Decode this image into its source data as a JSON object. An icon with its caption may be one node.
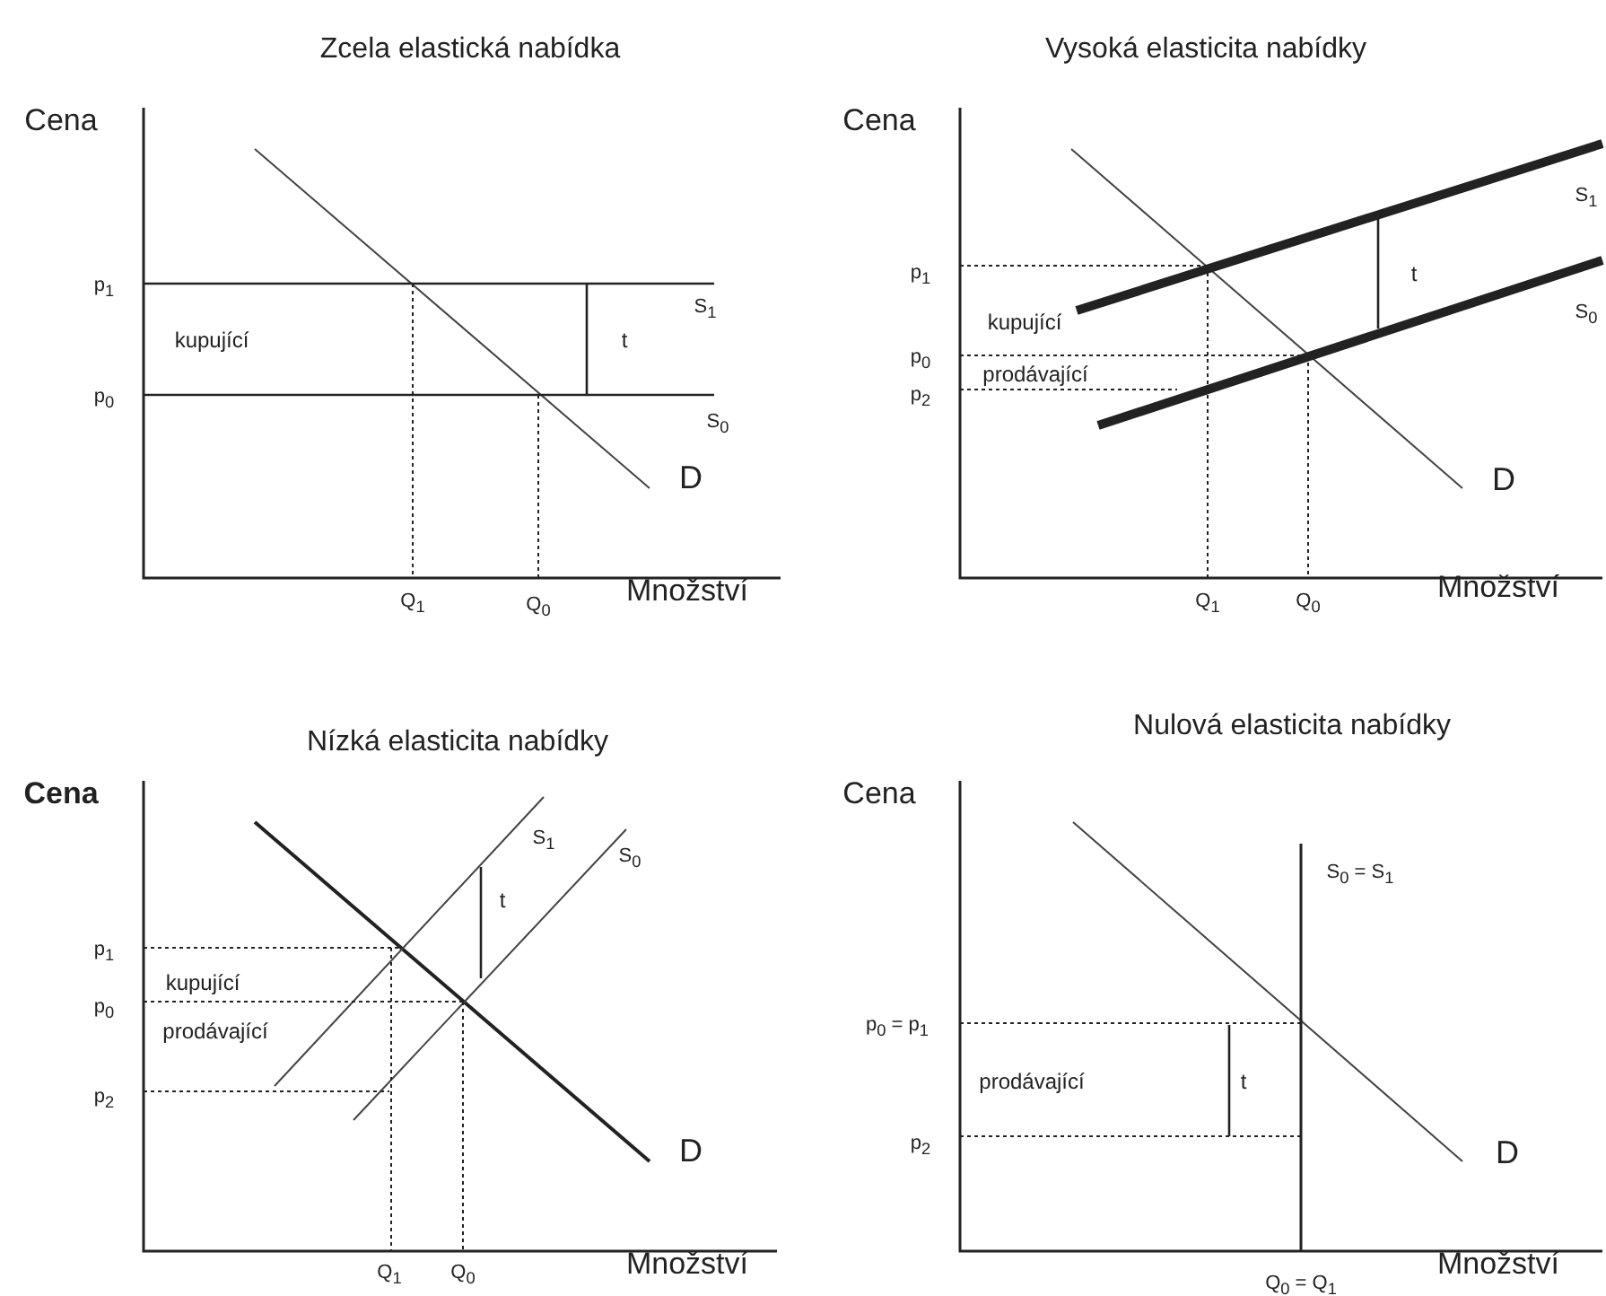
{
  "diagram": {
    "labels": [
      "Zcela elastická nabídka",
      "Cena",
      "p$_{1}$",
      "S$_{1}$",
      "kupující",
      "t",
      "p$_{0}$",
      "S$_{0}$",
      "D",
      "Q$_{1}$",
      "Q$_{0}$",
      "Množství",
      "Vysoká elasticita nabídky",
      "Cena",
      "S$_{1}$",
      "p$_{1}$",
      "t",
      "kupující",
      "S$_{0}$",
      "p$_{0}$",
      "prodávající",
      "p$_{2}$",
      "D",
      "Q$_{1}$",
      "Q$_{0}$",
      "Množství",
      "Nízká elasticita nabídky",
      "Cena",
      "S$_{1}$",
      "S$_{0}$",
      "t",
      "p$_{1}$",
      "kupující",
      "p$_{0}$",
      "prodávající",
      "p$_{2}$",
      "D",
      "Q$_{1}$",
      "Q$_{0}$",
      "Množství",
      "Nulová elasticita nabídky",
      "Cena",
      "S$_{0}$ = S$_{1}$",
      "p$_{0}$ = p$_{1}$",
      "prodávající",
      "t",
      "p$_{2}$",
      "D",
      "Q$_{0}$ = Q$_{1}$",
      "Množství"
    ]
  }
}
